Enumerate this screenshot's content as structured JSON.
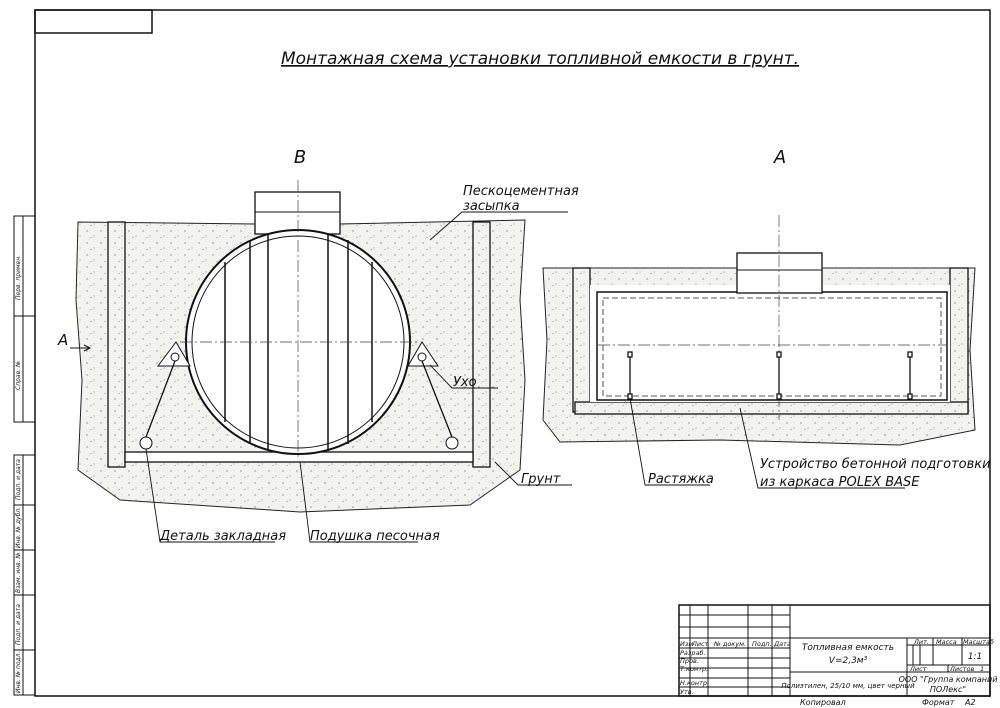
{
  "title": "Монтажная схема установки топливной емкости в грунт.",
  "views": {
    "left": "B",
    "right": "A",
    "section_arrow": "A"
  },
  "labels": {
    "backfill_1": "Пескоцементная",
    "backfill_2": "засыпка",
    "lug": "Ухо",
    "soil": "Грунт",
    "embedded": "Деталь закладная",
    "sand_cushion": "Подушка песочная",
    "stretch": "Растяжка",
    "concrete_1": "Устройство бетонной подготовки",
    "concrete_2": "из каркаса POLEX BASE"
  },
  "side_stamp": [
    "Перв. примен.",
    "Справ. №",
    "Подп. и дата",
    "Инв. № дубл.",
    "Взам. инв. №",
    "Подп. и дата",
    "Инв. № подл."
  ],
  "title_block": {
    "headers": [
      "Изм",
      "Лист",
      "№ докум.",
      "Подп.",
      "Дата"
    ],
    "roles": [
      "Разраб.",
      "Пров.",
      "Т.контр.",
      "Н.контр.",
      "Утв."
    ],
    "name_1": "Топливная емкость",
    "name_2": "V=2,3м³",
    "material": "Полиэтилен, 25/10 мм, цвет черный",
    "lit": "Лит.",
    "mass": "Масса",
    "scale_label": "Масштаб",
    "scale": "1:1",
    "sheet": "Лист",
    "sheets": "Листов",
    "sheets_count": "1",
    "company_1": "ООО \"Группа компаний",
    "company_2": "ПОЛекс\"",
    "copied": "Копировал",
    "format_label": "Формат",
    "format": "A2"
  }
}
